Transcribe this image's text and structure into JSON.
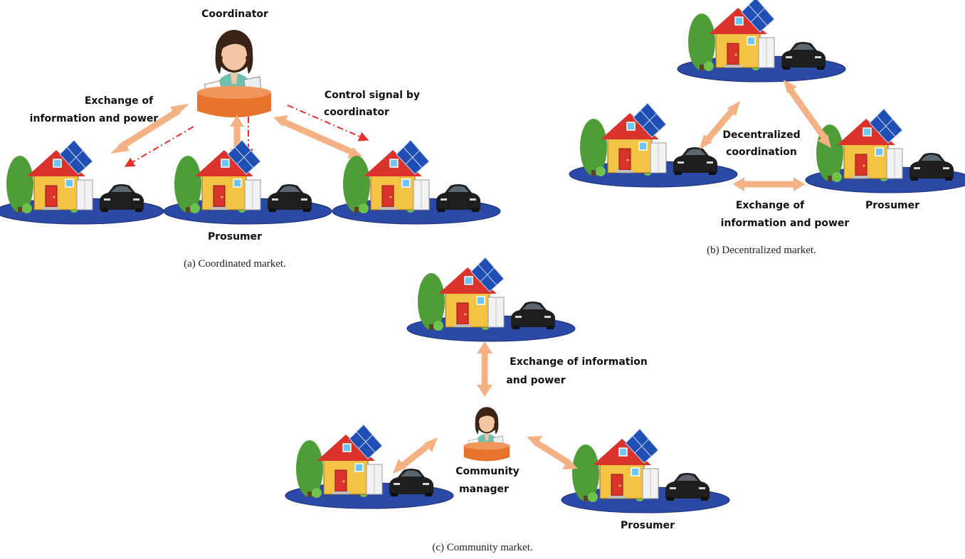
{
  "panel_a": {
    "caption": "(a) Coordinated market.",
    "coordinator_label": "Coordinator",
    "exchange_label_line1": "Exchange of",
    "exchange_label_line2": "information and power",
    "control_label_line1": "Control signal by",
    "control_label_line2": "coordinator",
    "prosumer_label": "Prosumer"
  },
  "panel_b": {
    "caption": "(b) Decentralized market.",
    "coordination_label_line1": "Decentralized",
    "coordination_label_line2": "coordination",
    "exchange_label_line1": "Exchange of",
    "exchange_label_line2": "information and power",
    "prosumer_label": "Prosumer"
  },
  "panel_c": {
    "caption": "(c) Community market.",
    "exchange_label_line1": "Exchange of information",
    "exchange_label_line2": "and power",
    "manager_label_line1": "Community",
    "manager_label_line2": "manager",
    "prosumer_label": "Prosumer"
  },
  "colors": {
    "exchange_arrow": "#f4b183",
    "control_signal": "#e8302a",
    "ground": "#2b4aa8",
    "desk": "#e8742c"
  }
}
